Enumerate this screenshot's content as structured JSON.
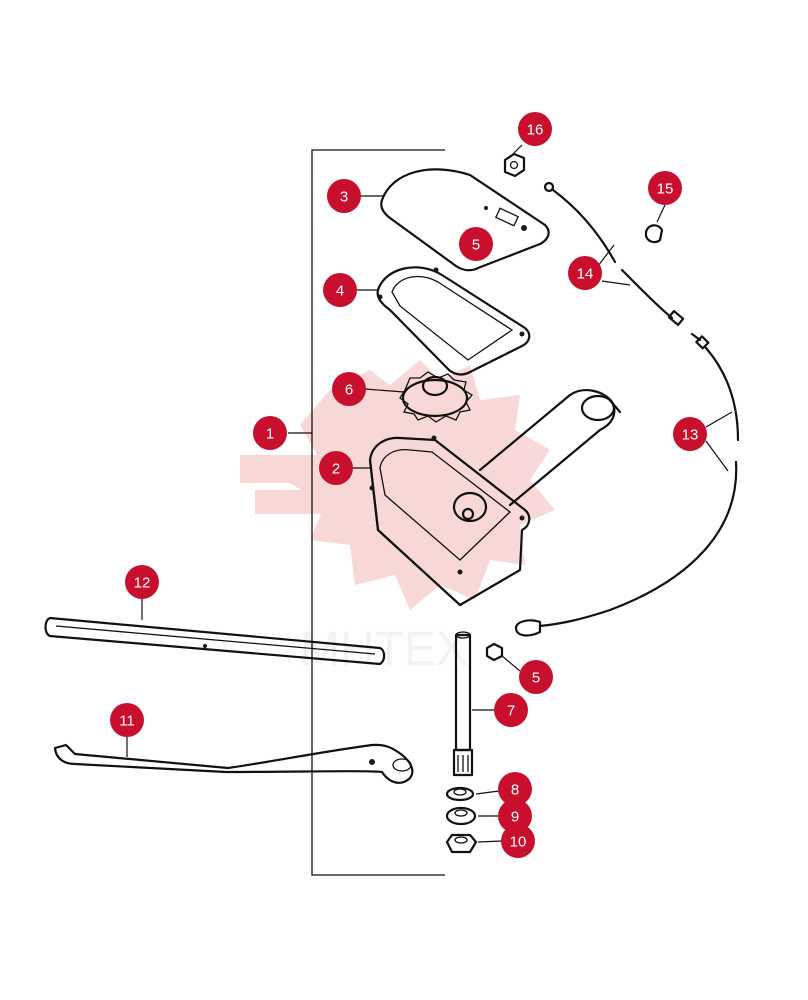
{
  "diagram": {
    "watermark": {
      "text": "MHTEX"
    },
    "callouts": [
      {
        "id": "c1",
        "label": "1"
      },
      {
        "id": "c2",
        "label": "2"
      },
      {
        "id": "c3",
        "label": "3"
      },
      {
        "id": "c4",
        "label": "4"
      },
      {
        "id": "c5a",
        "label": "5"
      },
      {
        "id": "c5b",
        "label": "5"
      },
      {
        "id": "c6",
        "label": "6"
      },
      {
        "id": "c7",
        "label": "7"
      },
      {
        "id": "c8",
        "label": "8"
      },
      {
        "id": "c9",
        "label": "9"
      },
      {
        "id": "c10",
        "label": "10"
      },
      {
        "id": "c11",
        "label": "11"
      },
      {
        "id": "c12",
        "label": "12"
      },
      {
        "id": "c13",
        "label": "13"
      },
      {
        "id": "c14",
        "label": "14"
      },
      {
        "id": "c15",
        "label": "15"
      },
      {
        "id": "c16",
        "label": "16"
      }
    ],
    "colors": {
      "badge": "#c8102e",
      "line": "#111111",
      "watermark": "#f3b8b8"
    }
  }
}
